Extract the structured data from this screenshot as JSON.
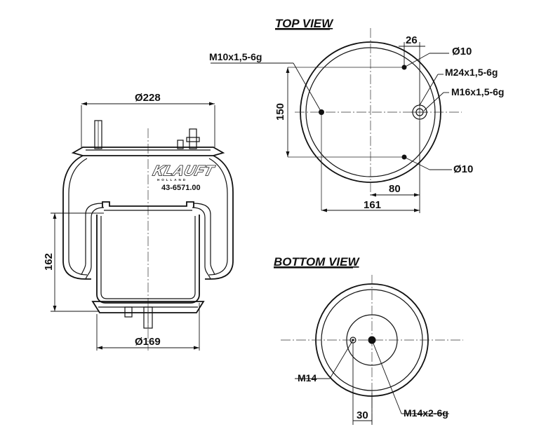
{
  "side_view": {
    "brand": "KLAUFT",
    "brand_sub": "HOLLAND",
    "part_number": "43-6571.00",
    "dim_top_diameter": "Ø228",
    "dim_height": "162",
    "dim_bottom_diameter": "Ø169"
  },
  "top_view": {
    "title": "TOP VIEW",
    "dim_hole_offset": "26",
    "dim_hole_diameter_top": "Ø10",
    "thread_left": "M10x1,5-6g",
    "thread_air_inlet": "M24x1,5-6g",
    "thread_air_inlet_2": "M16x1,5-6g",
    "dim_vertical_spacing": "150",
    "dim_hole_diameter_bottom": "Ø10",
    "dim_80": "80",
    "dim_161": "161"
  },
  "bottom_view": {
    "title": "BOTTOM VIEW",
    "thread_small": "M14",
    "thread_center": "M14x2-6g",
    "dim_offset": "30"
  }
}
